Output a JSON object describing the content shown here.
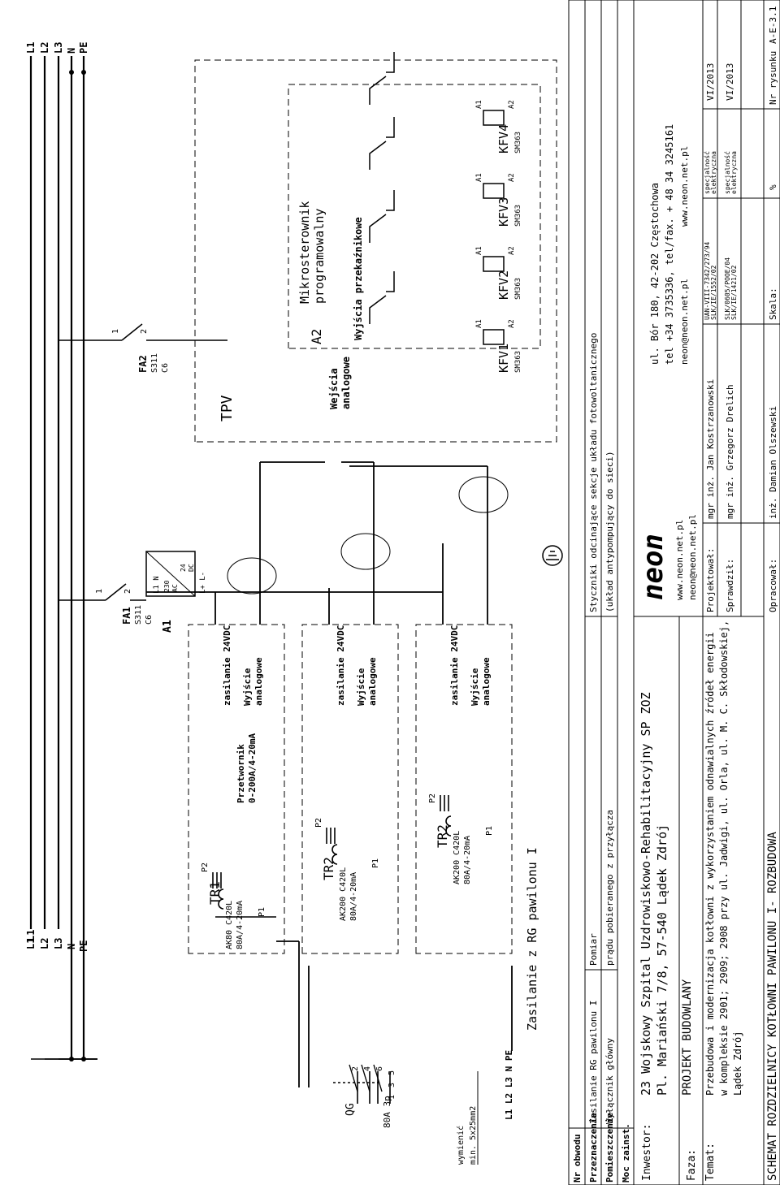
{
  "bus": {
    "labels_top": [
      "L1",
      "L2",
      "L3",
      "N",
      "PE"
    ],
    "labels_bottom": [
      "L1",
      "L2",
      "L3",
      "N",
      "PE"
    ]
  },
  "main_switch": {
    "tag": "QG",
    "rating": "80A 3p",
    "pins_top": [
      "2",
      "4",
      "6"
    ],
    "pins_bottom": [
      "1",
      "3",
      "5"
    ],
    "terminals": "L1 L2 L3 N PE",
    "note_replace": "wymienić",
    "cable": "min. 5x25mm2"
  },
  "feed_label": "Zasilanie z RG pawilonu I",
  "transformers": [
    {
      "tag": "TR1",
      "model": "AK80 C420L",
      "ratio": "80A/4-20mA",
      "p1": "P1",
      "p2": "P2"
    },
    {
      "tag": "TR2",
      "model": "AK200 C420L",
      "ratio": "80A/4-20mA",
      "p1": "P1",
      "p2": "P2"
    },
    {
      "tag": "TR2",
      "model": "AK200 C420L",
      "ratio": "80A/4-20mA",
      "p1": "P1",
      "p2": "P2"
    }
  ],
  "converter": {
    "line1": "Przetwornik",
    "line2": "0-200A/4-20mA"
  },
  "supply_label": "zasilanie 24VDC",
  "output_label": [
    "Wyjście",
    "analogowe"
  ],
  "fuses": [
    {
      "tag": "FA1",
      "model": "S311",
      "rating": "C6",
      "pin1": "1",
      "pin2": "2"
    },
    {
      "tag": "FA2",
      "model": "S311",
      "rating": "C6",
      "pin1": "1",
      "pin2": "2"
    }
  ],
  "psu": {
    "tag": "A1",
    "in_terms": "L1 N",
    "in_v": "230",
    "in_t": "AC",
    "out_v": "24",
    "out_t": "DC",
    "out_terms": "L+ L-"
  },
  "tpv": "TPV",
  "plc": {
    "tag": "A2",
    "title1": "Mikrosterownik",
    "title2": "programowalny",
    "inputs1": "Wejścia",
    "inputs2": "analogowe",
    "outputs": "Wyjścia przekaźnikowe"
  },
  "contactors": [
    {
      "tag": "KFV1",
      "model": "SM363",
      "a1": "A1",
      "a2": "A2"
    },
    {
      "tag": "KFV2",
      "model": "SM363",
      "a1": "A1",
      "a2": "A2"
    },
    {
      "tag": "KFV3",
      "model": "SM363",
      "a1": "A1",
      "a2": "A2"
    },
    {
      "tag": "KFV4",
      "model": "SM363",
      "a1": "A1",
      "a2": "A2"
    }
  ],
  "table": {
    "h_nr": "Nr obwodu",
    "h_przezn": "Przeznaczenie",
    "h_pom": "Pomieszczenie",
    "h_moc": "Moc zainst.",
    "przezn_1": "Zasilanie RG pawilonu I",
    "przezn_2": "Pomiar",
    "przezn_3": "Styczniki odcinające sekcje układu fotowoltanicznego",
    "pom_1": "Wyłącznik główny",
    "pom_2": "prądu pobieranego z przyłącza",
    "pom_3": "(układ antypompujący do sieci)"
  },
  "title_block": {
    "inwestor_label": "Inwestor:",
    "inwestor_1": "23 Wojskowy Szpital Uzdrowiskowo-Rehabilitacyjny SP ZOZ",
    "inwestor_2": "Pl. Mariański 7/8, 57-540 Lądek Zdrój",
    "faza_label": "Faza:",
    "faza": "PROJEKT BUDOWLANY",
    "temat_label": "Temat:",
    "temat_1": "Przebudowa i modernizacja kotłowni z wykorzystaniem odnawialnych źródeł energii",
    "temat_2": "w kompleksie 2901; 2909; 2908 przy ul. Jadwigi, ul. Orla, ul. M. C. Skłodowskiej,",
    "temat_3": "Lądek Zdrój",
    "drawing_title": "SCHEMAT ROZDZIELNICY KOTŁOWNI PAWILONU I- ROZBUDOWA",
    "logo": "neon",
    "web": "www.neon.net.pl",
    "mail": "neon@neon.net.pl",
    "addr_1": "ul. Bór 180, 42-202 Częstochowa",
    "addr_2": "tel +34 3735336, tel/fax. + 48 34 3245161",
    "addr_3a": "neon@neon.net.pl",
    "addr_3b": "www.neon.net.pl",
    "proj_label": "Projektował:",
    "proj_name": "mgr inż. Jan Kostrzanowski",
    "proj_lic1": "UAN-VIII-7342/273/94",
    "proj_lic2": "SLK/IE/1552/02",
    "spec1": "specjalność",
    "spec2": "elektryczna",
    "proj_date": "VI/2013",
    "spr_label": "Sprawdził:",
    "spr_name": "mgr inż. Grzegorz Drelich",
    "spr_lic1": "SLK/0605/POOE/04",
    "spr_lic2": "SLK/IE/1421/02",
    "spr_date": "VI/2013",
    "opr_label": "Opracował:",
    "opr_name": "inż. Damian Olszewski",
    "skala_label": "Skala:",
    "skala_val": "%",
    "nr_label": "Nr rysunku",
    "nr_val": "A-E-3.1"
  }
}
